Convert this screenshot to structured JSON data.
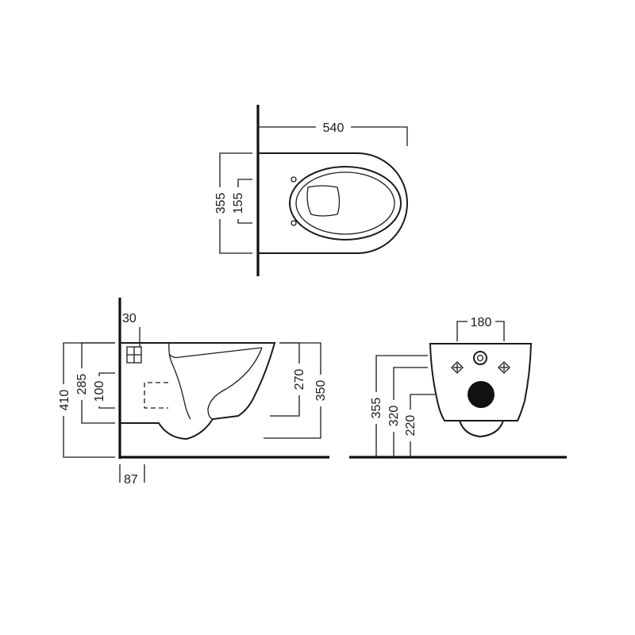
{
  "top_view": {
    "dims": {
      "length": "540",
      "width": "355",
      "fixing_spacing": "155"
    }
  },
  "side_view": {
    "dims": {
      "overall_height": "410",
      "bracket_height": "285",
      "outlet_height": "100",
      "bracket_offset": "30",
      "wall_gap": "87",
      "rim_height": "270",
      "bowl_height": "350"
    }
  },
  "front_view": {
    "dims": {
      "fixing_width": "180",
      "top_height": "355",
      "fixing_height": "320",
      "outlet_height": "220"
    }
  },
  "colors": {
    "line": "#1a1a1a",
    "outlet_fill": "#111111"
  },
  "icons": [
    "bolt-cross-icon",
    "water-inlet-icon",
    "outlet-hole-icon"
  ]
}
